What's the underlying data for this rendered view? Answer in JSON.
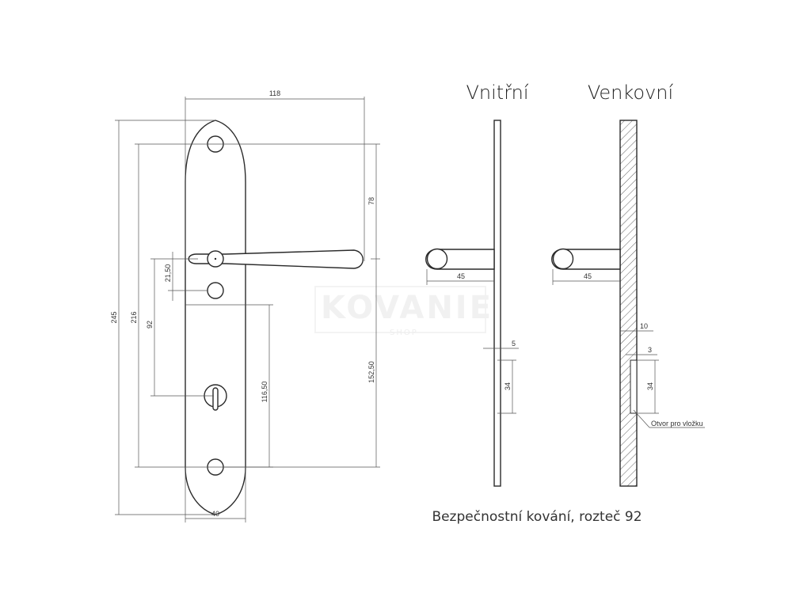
{
  "titles": {
    "inner": "Vnitřní",
    "outer": "Venkovní"
  },
  "caption": "Bezpečnostní kování, rozteč 92",
  "watermark": {
    "brand": "KOVANIE",
    "sub": "SHOP"
  },
  "callout": "Otvor pro vložku",
  "dimensions": {
    "width_118": "118",
    "height_245": "245",
    "height_216": "216",
    "spacing_92": "92",
    "d_21_50": "21,50",
    "d_116_50": "116,50",
    "d_78": "78",
    "d_152_50": "152,50",
    "width_40": "40",
    "inner_45": "45",
    "inner_5": "5",
    "inner_34": "34",
    "outer_45": "45",
    "outer_10": "10",
    "outer_3": "3",
    "outer_34": "34"
  },
  "colors": {
    "line": "#2a2a2a",
    "dimension": "#555555",
    "watermark": "#f1f1f1"
  }
}
